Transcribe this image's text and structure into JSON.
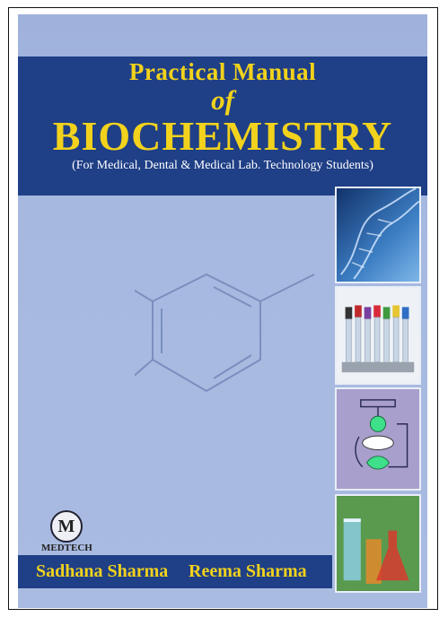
{
  "book": {
    "title_line1": "Practical Manual",
    "title_line2": "of",
    "title_line3": "BIOCHEMISTRY",
    "subtitle": "(For Medical, Dental & Medical Lab. Technology Students)",
    "publisher": "MEDTECH",
    "publisher_logo_letter": "M",
    "authors": [
      "Sadhana Sharma",
      "Reema Sharma"
    ]
  },
  "colors": {
    "cover_background": "#a7b9e0",
    "title_band": "#1f3f86",
    "title_text": "#f2d21c",
    "subtitle_text": "#ffffff"
  },
  "images": [
    "dna-helix-image",
    "blood-sample-tubes-image",
    "metabolic-pathway-diagram-image",
    "laboratory-flasks-image"
  ]
}
